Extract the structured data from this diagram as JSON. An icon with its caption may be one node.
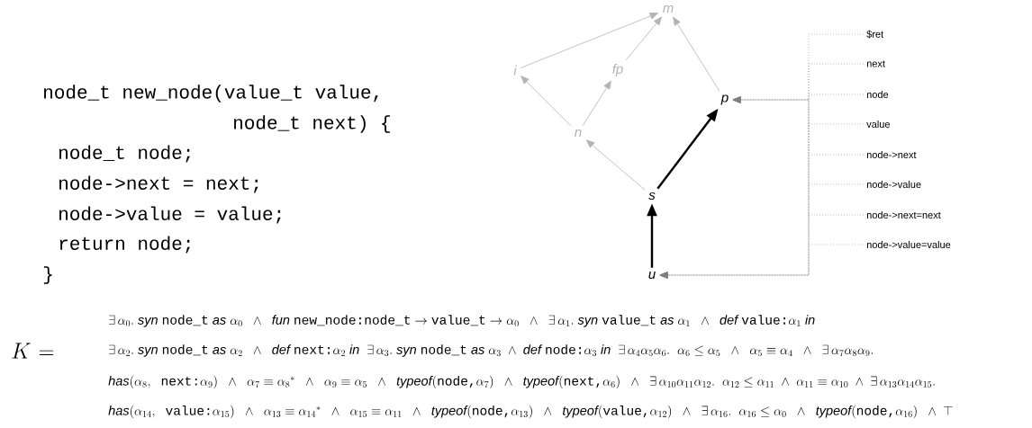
{
  "diagram": {
    "nodes": [
      {
        "text": [
          "m"
        ]
      },
      {
        "text": [
          "i"
        ]
      },
      {
        "text": [
          "fp"
        ]
      },
      {
        "text": [
          "p"
        ]
      },
      {
        "text": [
          "n"
        ]
      },
      {
        "text": [
          "s"
        ]
      },
      {
        "text": [
          "u"
        ]
      },
      {
        "text": [
          "$ret"
        ]
      },
      {
        "text": [
          "next"
        ]
      },
      {
        "text": [
          "node"
        ]
      },
      {
        "text": [
          "value"
        ]
      },
      {
        "text": [
          "node->next"
        ]
      },
      {
        "text": [
          "node->value"
        ]
      },
      {
        "text": [
          "node->next=next"
        ]
      },
      {
        "text": [
          "node->value=value"
        ]
      }
    ],
    "edges": [
      {
        "from": 1,
        "to": 0,
        "arrow": "to",
        "color": "#b3b3b3"
      },
      {
        "from": 2,
        "to": 0,
        "arrow": "to",
        "color": "#b3b3b3"
      },
      {
        "from": 3,
        "to": 0,
        "arrow": "to",
        "color": "#b3b3b3"
      },
      {
        "from": 4,
        "to": 1,
        "arrow": "to",
        "color": "#b3b3b3"
      },
      {
        "from": 4,
        "to": 2,
        "arrow": "to",
        "color": "#b3b3b3"
      },
      {
        "from": 5,
        "to": 4,
        "arrow": "to",
        "color": "#b3b3b3"
      },
      {
        "from": 5,
        "to": 3,
        "arrow": "to",
        "style": "thick",
        "color": "#000000"
      },
      {
        "from": 6,
        "to": 5,
        "arrow": "to",
        "style": "thick",
        "color": "#000000"
      },
      {
        "from": 7,
        "to": 3,
        "arrow": "to",
        "style": "dashed"
      },
      {
        "from": 7,
        "to": 6,
        "arrow": "to",
        "style": "dashed"
      },
      {
        "from": 8,
        "to": 3,
        "arrow": "to",
        "style": "dashed"
      },
      {
        "from": 8,
        "to": 6,
        "arrow": "to",
        "style": "dashed"
      },
      {
        "from": 9,
        "to": 3,
        "arrow": "to",
        "style": "dashed"
      },
      {
        "from": 9,
        "to": 6,
        "arrow": "to",
        "style": "dashed"
      },
      {
        "from": 10,
        "to": 3,
        "arrow": "to",
        "style": "dashed"
      },
      {
        "from": 10,
        "to": 6,
        "arrow": "to",
        "style": "dashed"
      },
      {
        "from": 11,
        "to": 3,
        "arrow": "to",
        "style": "dashed"
      },
      {
        "from": 11,
        "to": 6,
        "arrow": "to",
        "style": "dashed"
      },
      {
        "from": 12,
        "to": 3,
        "arrow": "to",
        "style": "dashed"
      },
      {
        "from": 12,
        "to": 6,
        "arrow": "to",
        "style": "dashed"
      },
      {
        "from": 13,
        "to": 3,
        "arrow": "to",
        "style": "dashed"
      },
      {
        "from": 13,
        "to": 6,
        "arrow": "to",
        "style": "dashed"
      },
      {
        "from": 14,
        "to": 3,
        "arrow": "to",
        "style": "dashed"
      },
      {
        "from": 14,
        "to": 6,
        "arrow": "to",
        "style": "dashed"
      }
    ],
    "labels": [
      "node_t new_node(value_t value,",
      "node_t next) {",
      "node_t node;",
      "node->next = next;",
      "node->value = value;",
      "return node;",
      "}",
      "K\\ \\mathbf{=}",
      "\\exists\\,\\alpha_0.\\ \\mathit{syn}\\ \\texttt{node\\_t}\\ \\mathit{as}\\ \\alpha_0\\ \\ \\wedge\\ \\ \\mathit{fun}\\ \\texttt{new\\_node:node\\_t}\\rightarrow\\texttt{value\\_t}\\rightarrow\\alpha_0\\ \\ \\wedge\\ \\ \\exists\\,\\alpha_1.\\ \\mathit{syn}\\ \\texttt{value\\_t}\\ \\mathit{as}\\ \\alpha_1\\ \\ \\wedge\\ \\ \\mathit{def}\\ \\texttt{value:}\\alpha_1\\ \\mathit{in}",
      "\\exists\\,\\alpha_2.\\ \\mathit{syn}\\ \\texttt{node\\_t}\\ \\mathit{as}\\ \\alpha_2\\ \\ \\wedge\\ \\ \\mathit{def}\\ \\texttt{next:}\\alpha_2\\ \\mathit{in}\\ \\ \\exists\\,\\alpha_3.\\ \\mathit{syn}\\ \\texttt{node\\_t}\\ \\mathit{as}\\ \\alpha_3\\ \\wedge\\ \\mathit{def}\\ \\texttt{node:}\\alpha_3\\ \\mathit{in}\\ \\ \\exists\\,\\alpha_4\\alpha_5\\alpha_6.\\ \\ \\alpha_6\\leq\\alpha_5\\ \\ \\wedge\\ \\ \\alpha_5\\equiv\\alpha_4\\ \\ \\wedge\\ \\ \\exists\\,\\alpha_7\\alpha_8\\alpha_9.",
      "\\mathit{has}(\\alpha_8,\\texttt{ next:}\\alpha_9)\\ \\ \\wedge\\ \\ \\alpha_7\\equiv\\alpha_8{}^*\\ \\ \\wedge\\ \\ \\alpha_9\\equiv\\alpha_5\\ \\ \\wedge\\ \\ \\mathit{typeof}(\\texttt{node,}\\alpha_7)\\ \\ \\wedge\\ \\ \\mathit{typeof}(\\texttt{next,}\\alpha_6)\\ \\ \\wedge\\ \\ \\exists\\,\\alpha_{10}\\alpha_{11}\\alpha_{12}.\\ \\ \\alpha_{12}\\leq\\alpha_{11}\\ \\wedge\\ \\alpha_{11}\\equiv\\alpha_{10}\\ \\wedge\\ \\exists\\,\\alpha_{13}\\alpha_{14}\\alpha_{15}.",
      "\\mathit{has}(\\alpha_{14},\\texttt{ value:}\\alpha_{15})\\ \\ \\wedge\\ \\ \\alpha_{13}\\equiv\\alpha_{14}{}^*\\ \\ \\wedge\\ \\ \\alpha_{15}\\equiv\\alpha_{11}\\ \\ \\wedge\\ \\ \\mathit{typeof}(\\texttt{node,}\\alpha_{13})\\ \\ \\wedge\\ \\ \\mathit{typeof}(\\texttt{value,}\\alpha_{12})\\ \\ \\wedge\\ \\ \\exists\\,\\alpha_{16}.\\ \\ \\alpha_{16}\\leq\\alpha_0\\ \\ \\wedge\\ \\ \\mathit{typeof}(\\texttt{node,}\\alpha_{16})\\ \\ \\wedge\\ \\top"
    ]
  }
}
